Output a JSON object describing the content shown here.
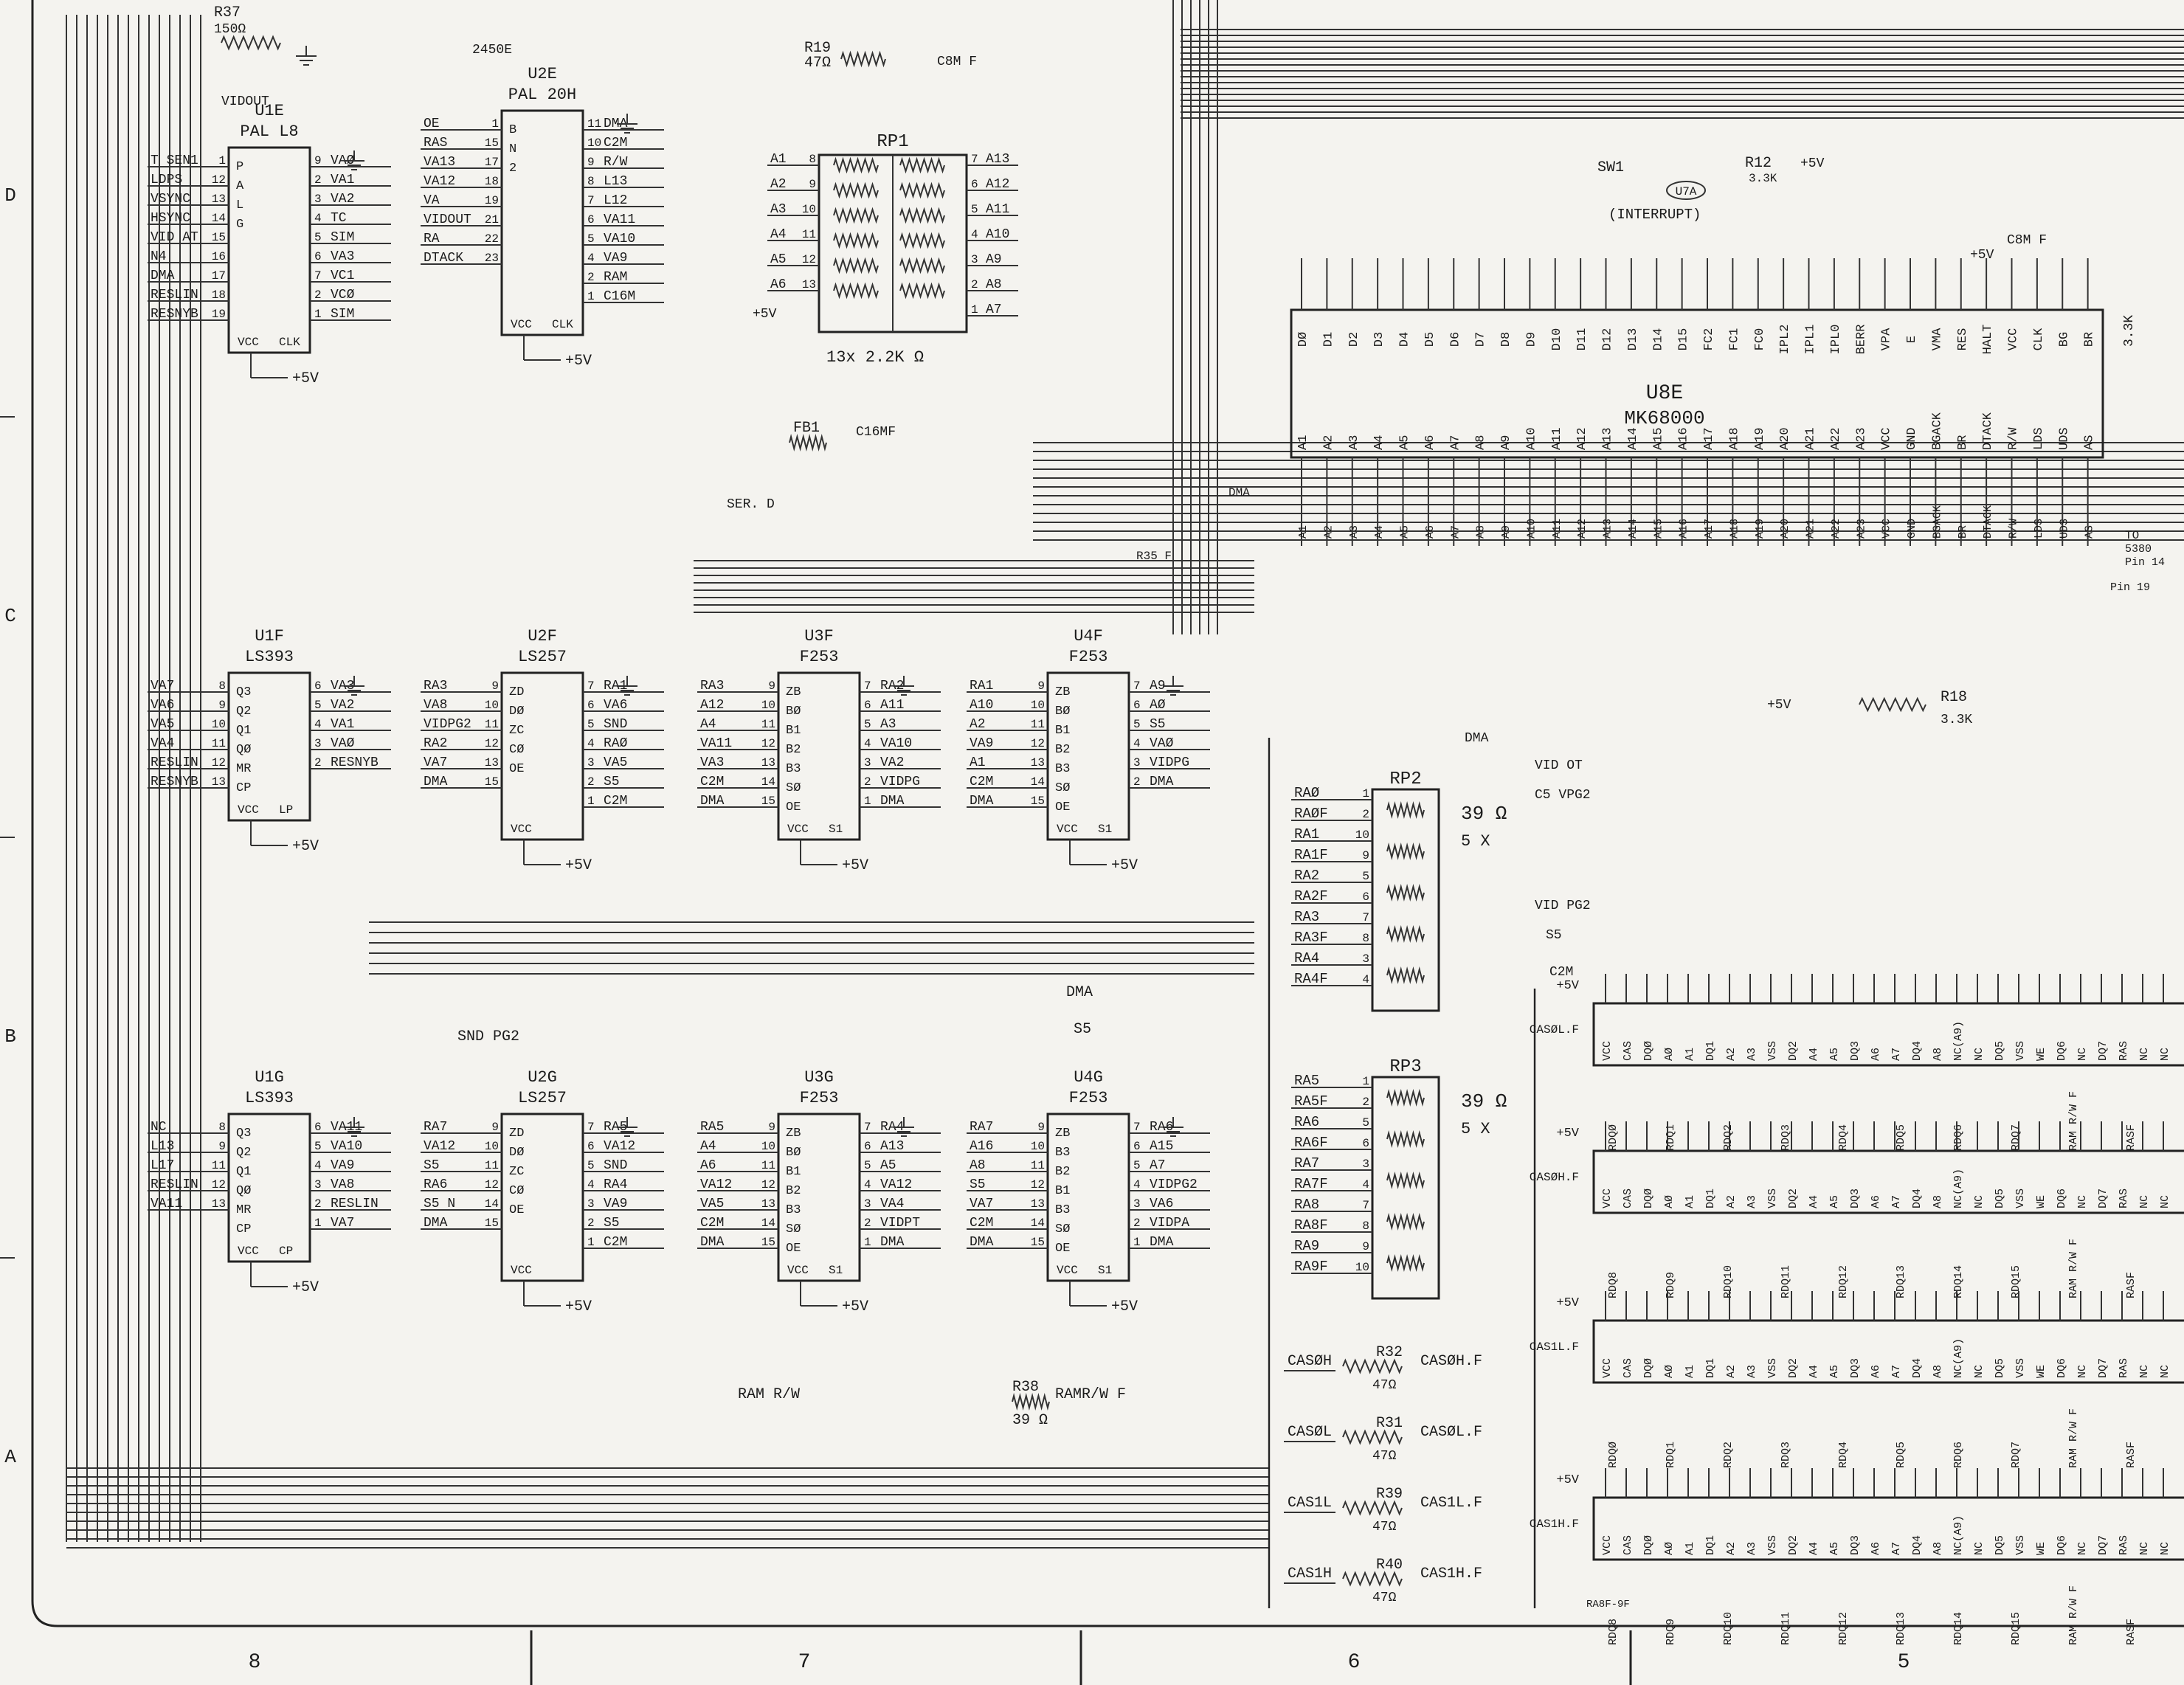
{
  "colors": {
    "paper": "#f4f3ef",
    "ink": "#1a1a1a"
  },
  "zones": {
    "rows": [
      "D",
      "C",
      "B",
      "A"
    ],
    "cols": [
      "8",
      "7",
      "6",
      "5"
    ]
  },
  "chips": [
    {
      "id": "U1E",
      "type": "PAL L8",
      "left": [
        "T SEN1",
        "LDPS",
        "VSYNC",
        "HSYNC",
        "VID AT",
        "N4",
        "DMA",
        "RESLIN",
        "RESNYB"
      ],
      "lpin": [
        "1",
        "12",
        "13",
        "14",
        "15",
        "16",
        "17",
        "18",
        "19"
      ],
      "right": [
        "VAØ",
        "VA1",
        "VA2",
        "TC",
        "SIM",
        "VA3",
        "VC1",
        "VCØ",
        "SIM"
      ],
      "rpin": [
        "9",
        "2",
        "3",
        "4",
        "5",
        "6",
        "7",
        "2",
        "1"
      ],
      "inner": [
        "P",
        "A",
        "L",
        "G"
      ],
      "bottom": [
        "VCC",
        "CLK"
      ],
      "supply": "+5V"
    },
    {
      "id": "U2E",
      "type": "PAL 20H",
      "tag": "2450E",
      "left": [
        "OE",
        "RAS",
        "VA13",
        "VA12",
        "VA",
        "VIDOUT",
        "RA",
        "DTACK"
      ],
      "lpin": [
        "1",
        "15",
        "17",
        "18",
        "19",
        "21",
        "22",
        "23"
      ],
      "right": [
        "DMA",
        "C2M",
        "R/W",
        "L13",
        "L12",
        "VA11",
        "VA10",
        "VA9",
        "RAM",
        "C16M"
      ],
      "rpin": [
        "11",
        "10",
        "9",
        "8",
        "7",
        "6",
        "5",
        "4",
        "2",
        "1"
      ],
      "inner": [
        "B",
        "N",
        "2"
      ],
      "bottom": [
        "VCC",
        "CLK"
      ],
      "supply": "+5V"
    },
    {
      "id": "U1F",
      "type": "LS393",
      "left": [
        "VA7",
        "VA6",
        "VA5",
        "VA4",
        "RESLIN",
        "RESNYB"
      ],
      "lpin": [
        "8",
        "9",
        "10",
        "11",
        "12",
        "13"
      ],
      "right": [
        "VA3",
        "VA2",
        "VA1",
        "VAØ",
        "RESNYB"
      ],
      "rpin": [
        "6",
        "5",
        "4",
        "3",
        "2"
      ],
      "inner": [
        "Q3",
        "Q2",
        "Q1",
        "QØ",
        "MR",
        "CP"
      ],
      "bottom": [
        "VCC",
        "LP"
      ],
      "supply": "+5V"
    },
    {
      "id": "U2F",
      "type": "LS257",
      "left": [
        "RA3",
        "VA8",
        "VIDPG2",
        "RA2",
        "VA7",
        "DMA"
      ],
      "lpin": [
        "9",
        "10",
        "11",
        "12",
        "13",
        "15"
      ],
      "right": [
        "RA1",
        "VA6",
        "SND",
        "RAØ",
        "VA5",
        "S5",
        "C2M"
      ],
      "rpin": [
        "7",
        "6",
        "5",
        "4",
        "3",
        "2",
        "1"
      ],
      "inner": [
        "ZD",
        "DØ",
        "ZC",
        "CØ",
        "OE"
      ],
      "bottom": [
        "VCC"
      ],
      "supply": "+5V"
    },
    {
      "id": "U3F",
      "type": "F253",
      "left": [
        "RA3",
        "A12",
        "A4",
        "VA11",
        "VA3",
        "C2M",
        "DMA"
      ],
      "lpin": [
        "9",
        "10",
        "11",
        "12",
        "13",
        "14",
        "15"
      ],
      "right": [
        "RA2",
        "A11",
        "A3",
        "VA10",
        "VA2",
        "VIDPG",
        "DMA"
      ],
      "rpin": [
        "7",
        "6",
        "5",
        "4",
        "3",
        "2",
        "1"
      ],
      "inner": [
        "ZB",
        "BØ",
        "B1",
        "B2",
        "B3",
        "SØ",
        "OE"
      ],
      "bottom": [
        "VCC",
        "S1"
      ],
      "supply": "+5V"
    },
    {
      "id": "U4F",
      "type": "F253",
      "left": [
        "RA1",
        "A10",
        "A2",
        "VA9",
        "A1",
        "C2M",
        "DMA"
      ],
      "lpin": [
        "9",
        "10",
        "11",
        "12",
        "13",
        "14",
        "15"
      ],
      "right": [
        "A9",
        "AØ",
        "S5",
        "VAØ",
        "VIDPG",
        "DMA"
      ],
      "rpin": [
        "7",
        "6",
        "5",
        "4",
        "3",
        "2"
      ],
      "inner": [
        "ZB",
        "BØ",
        "B1",
        "B2",
        "B3",
        "SØ",
        "OE"
      ],
      "bottom": [
        "VCC",
        "S1"
      ],
      "supply": "+5V"
    },
    {
      "id": "U1G",
      "type": "LS393",
      "left": [
        "NC",
        "L13",
        "L17",
        "RESLIN",
        "VA11"
      ],
      "lpin": [
        "8",
        "9",
        "11",
        "12",
        "13"
      ],
      "right": [
        "VA11",
        "VA10",
        "VA9",
        "VA8",
        "RESLIN",
        "VA7"
      ],
      "rpin": [
        "6",
        "5",
        "4",
        "3",
        "2",
        "1"
      ],
      "inner": [
        "Q3",
        "Q2",
        "Q1",
        "QØ",
        "MR",
        "CP"
      ],
      "bottom": [
        "VCC",
        "CP"
      ],
      "supply": "+5V"
    },
    {
      "id": "U2G",
      "type": "LS257",
      "left": [
        "RA7",
        "VA12",
        "S5",
        "RA6",
        "S5 N",
        "DMA"
      ],
      "lpin": [
        "9",
        "10",
        "11",
        "12",
        "14",
        "15"
      ],
      "right": [
        "RA5",
        "VA12",
        "SND",
        "RA4",
        "VA9",
        "S5",
        "C2M"
      ],
      "rpin": [
        "7",
        "6",
        "5",
        "4",
        "3",
        "2",
        "1"
      ],
      "inner": [
        "ZD",
        "DØ",
        "ZC",
        "CØ",
        "OE"
      ],
      "bottom": [
        "VCC"
      ],
      "supply": "+5V"
    },
    {
      "id": "U3G",
      "type": "F253",
      "left": [
        "RA5",
        "A4",
        "A6",
        "VA12",
        "VA5",
        "C2M",
        "DMA"
      ],
      "lpin": [
        "9",
        "10",
        "11",
        "12",
        "13",
        "14",
        "15"
      ],
      "right": [
        "RA4",
        "A13",
        "A5",
        "VA12",
        "VA4",
        "VIDPT",
        "DMA"
      ],
      "rpin": [
        "7",
        "6",
        "5",
        "4",
        "3",
        "2",
        "1"
      ],
      "inner": [
        "ZB",
        "BØ",
        "B1",
        "B2",
        "B3",
        "SØ",
        "OE"
      ],
      "bottom": [
        "VCC",
        "S1"
      ],
      "supply": "+5V"
    },
    {
      "id": "U4G",
      "type": "F253",
      "left": [
        "RA7",
        "A16",
        "A8",
        "S5",
        "VA7",
        "C2M",
        "DMA"
      ],
      "lpin": [
        "9",
        "10",
        "11",
        "12",
        "13",
        "14",
        "15"
      ],
      "right": [
        "RA6",
        "A15",
        "A7",
        "VIDPG2",
        "VA6",
        "VIDPA",
        "DMA"
      ],
      "rpin": [
        "7",
        "6",
        "5",
        "4",
        "3",
        "2",
        "1"
      ],
      "inner": [
        "ZB",
        "B3",
        "B2",
        "B1",
        "B3",
        "SØ",
        "OE"
      ],
      "bottom": [
        "VCC",
        "S1"
      ],
      "supply": "+5V"
    }
  ],
  "rp1": {
    "id": "RP1",
    "value": "13x 2.2K Ω",
    "supply": "+5V",
    "left": [
      "A1",
      "A2",
      "A3",
      "A4",
      "A5",
      "A6"
    ],
    "lpin": [
      "8",
      "9",
      "10",
      "11",
      "12",
      "13"
    ],
    "right": [
      "A13",
      "A12",
      "A11",
      "A10",
      "A9",
      "A8",
      "A7"
    ],
    "rpin": [
      "7",
      "6",
      "5",
      "4",
      "3",
      "2",
      "1"
    ],
    "top_res": "R19",
    "top_val": "47Ω",
    "top_net": "C8M F"
  },
  "rp2": {
    "id": "RP2",
    "value": "39 Ω",
    "count": "5 X",
    "nets": [
      "RAØ",
      "RAØF",
      "RA1",
      "RA1F",
      "RA2",
      "RA2F",
      "RA3",
      "RA3F",
      "RA4",
      "RA4F"
    ],
    "pins": [
      "1",
      "2",
      "10",
      "9",
      "5",
      "6",
      "7",
      "8",
      "3",
      "4"
    ]
  },
  "rp3": {
    "id": "RP3",
    "value": "39 Ω",
    "count": "5 X",
    "nets": [
      "RA5",
      "RA5F",
      "RA6",
      "RA6F",
      "RA7",
      "RA7F",
      "RA8",
      "RA8F",
      "RA9",
      "RA9F"
    ],
    "pins": [
      "1",
      "2",
      "5",
      "6",
      "3",
      "4",
      "7",
      "8",
      "9",
      "10"
    ]
  },
  "cpu": {
    "id": "U8E",
    "part": "MK68000",
    "top_pins": [
      "DØ",
      "D1",
      "D2",
      "D3",
      "D4",
      "D5",
      "D6",
      "D7",
      "D8",
      "D9",
      "D10",
      "D11",
      "D12",
      "D13",
      "D14",
      "D15",
      "FC2",
      "FC1",
      "FC0",
      "IPL2",
      "IPL1",
      "IPL0",
      "BERR",
      "VPA",
      "E",
      "VMA",
      "RES",
      "HALT",
      "VCC",
      "CLK",
      "BG",
      "BR"
    ],
    "bottom_pins": [
      "A1",
      "A2",
      "A3",
      "A4",
      "A5",
      "A6",
      "A7",
      "A8",
      "A9",
      "A10",
      "A11",
      "A12",
      "A13",
      "A14",
      "A15",
      "A16",
      "A17",
      "A18",
      "A19",
      "A20",
      "A21",
      "A22",
      "A23",
      "VCC",
      "GND",
      "BGACK",
      "BR",
      "DTACK",
      "R/W",
      "LDS",
      "UDS",
      "AS"
    ],
    "sw": "SW1",
    "interrupt": "(INTERRUPT)",
    "u7a": "U7A",
    "r12": "R12",
    "r12val": "3.3K",
    "r13": "3.3K",
    "supply": "+5V",
    "r18": "R18",
    "r18val": "3.3K",
    "c8mf": "C8M F",
    "to": "TO",
    "to_note": "5380",
    "pin14": "Pin 14",
    "pin19": "Pin 19"
  },
  "labels": {
    "r37": "R37",
    "r37val": "150Ω",
    "vidout": "VIDOUT",
    "fb1": "FB1",
    "c16mf": "C16MF",
    "serd": "SER. D",
    "dma": "DMA",
    "r35f": "R35 F",
    "vidot": "VID OT",
    "c5vpg2": "C5 VPG2",
    "vidpg2": "VID PG2",
    "s5": "S5",
    "c2m": "C2M",
    "sndpg2": "SND PG2",
    "ramrw": "RAM R/W",
    "r38": "R38",
    "r38val": "39 Ω",
    "ramrwf": "RAMR/W F",
    "raf9f": "RA8F-9F"
  },
  "cas": [
    {
      "net": "CASØH",
      "r": "R32",
      "v": "47Ω",
      "out": "CASØH.F"
    },
    {
      "net": "CASØL",
      "r": "R31",
      "v": "47Ω",
      "out": "CASØL.F"
    },
    {
      "net": "CAS1L",
      "r": "R39",
      "v": "47Ω",
      "out": "CAS1L.F"
    },
    {
      "net": "CAS1H",
      "r": "R40",
      "v": "47Ω",
      "out": "CAS1H.F"
    }
  ],
  "ram": {
    "supply": "+5V",
    "row_cas": [
      "CASØL.F",
      "CASØH.F",
      "CAS1L.F",
      "CAS1H.F"
    ],
    "pins": [
      "VCC",
      "CAS",
      "DQØ",
      "AØ",
      "A1",
      "DQ1",
      "A2",
      "A3",
      "VSS",
      "DQ2",
      "A4",
      "A5",
      "DQ3",
      "A6",
      "A7",
      "DQ4",
      "A8",
      "NC(A9)",
      "NC",
      "DQ5",
      "VSS",
      "WE",
      "DQ6",
      "NC",
      "DQ7",
      "RAS",
      "NC",
      "NC"
    ],
    "rows": [
      [
        "RDQØ",
        "RDQ1",
        "RDQ2",
        "RDQ3",
        "RDQ4",
        "RDQ5",
        "RDQ6",
        "RDQ7",
        "RAM R/W F",
        "RASF"
      ],
      [
        "RDQ8",
        "RDQ9",
        "RDQ10",
        "RDQ11",
        "RDQ12",
        "RDQ13",
        "RDQ14",
        "RDQ15",
        "RAM R/W F",
        "RASF"
      ],
      [
        "RDQØ",
        "RDQ1",
        "RDQ2",
        "RDQ3",
        "RDQ4",
        "RDQ5",
        "RDQ6",
        "RDQ7",
        "RAM R/W F",
        "RASF"
      ],
      [
        "RDQ8",
        "RDQ9",
        "RDQ10",
        "RDQ11",
        "RDQ12",
        "RDQ13",
        "RDQ14",
        "RDQ15",
        "RAM R/W F",
        "RASF"
      ]
    ]
  }
}
